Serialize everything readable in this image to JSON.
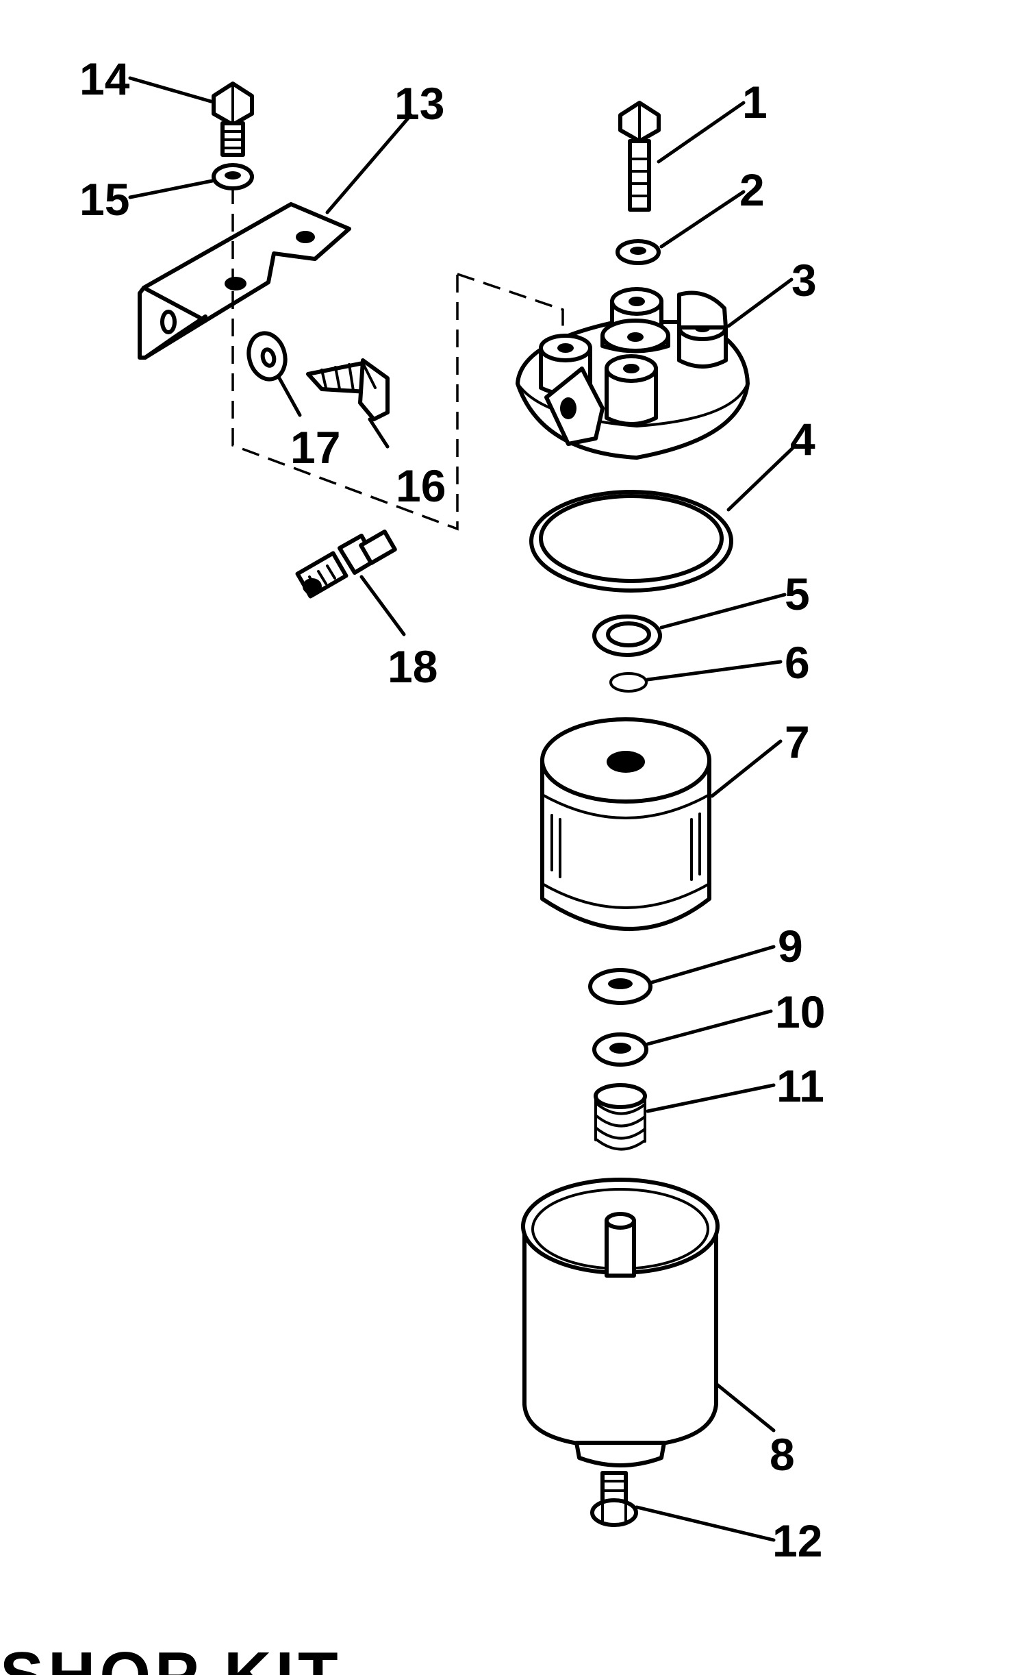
{
  "callouts": {
    "c1": "1",
    "c2": "2",
    "c3": "3",
    "c4": "4",
    "c5": "5",
    "c6": "6",
    "c7": "7",
    "c8": "8",
    "c9": "9",
    "c10": "10",
    "c11": "11",
    "c12": "12",
    "c13": "13",
    "c14": "14",
    "c15": "15",
    "c16": "16",
    "c17": "17",
    "c18": "18"
  },
  "footer": {
    "title": "SHOP KIT"
  }
}
